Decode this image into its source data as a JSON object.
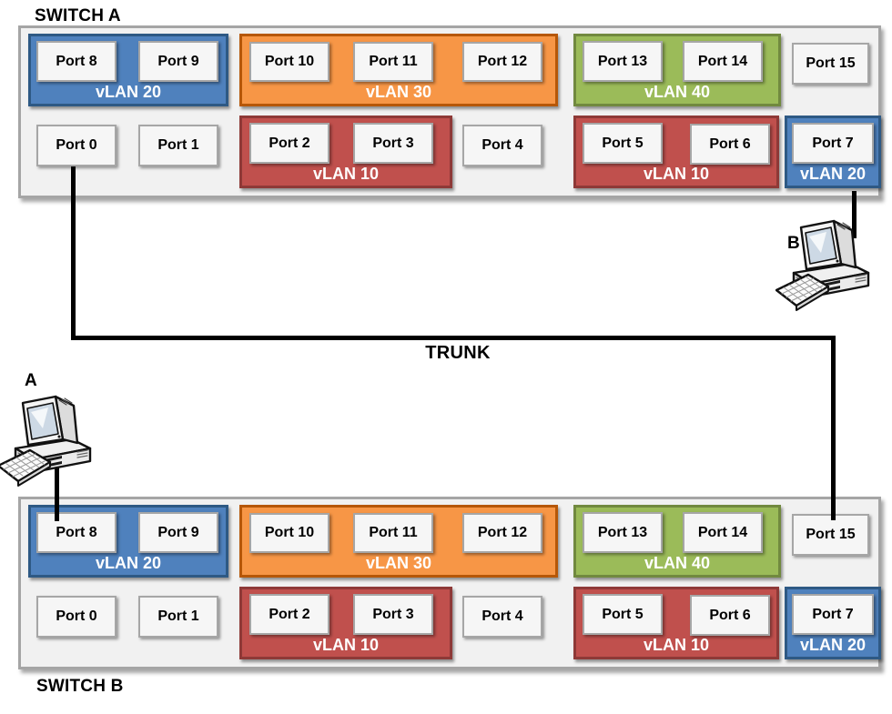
{
  "labels": {
    "trunk": "TRUNK",
    "computer_a": "A",
    "computer_b": "B"
  },
  "colors": {
    "vlan10_fill": "#C0504D",
    "vlan10_border": "#8E3937",
    "vlan20_fill": "#4F81BD",
    "vlan20_border": "#2E5984",
    "vlan30_fill": "#F79646",
    "vlan30_border": "#B65708",
    "vlan40_fill": "#9BBB59",
    "vlan40_border": "#71893F",
    "port_fill": "#F6F6F6",
    "switch_fill": "#F1F1F1",
    "link_line": "#000000"
  },
  "switch_a": {
    "name": "SWITCH A",
    "vlan20_top": {
      "label": "vLAN 20",
      "port8": "Port 8",
      "port9": "Port 9"
    },
    "vlan30": {
      "label": "vLAN 30",
      "port10": "Port 10",
      "port11": "Port 11",
      "port12": "Port 12"
    },
    "vlan40": {
      "label": "vLAN 40",
      "port13": "Port 13",
      "port14": "Port 14"
    },
    "port15": "Port 15",
    "port0": "Port 0",
    "port1": "Port 1",
    "vlan10_left": {
      "label": "vLAN 10",
      "port2": "Port 2",
      "port3": "Port 3"
    },
    "port4": "Port 4",
    "vlan10_right": {
      "label": "vLAN 10",
      "port5": "Port 5",
      "port6": "Port 6"
    },
    "vlan20_right": {
      "label": "vLAN 20",
      "port7": "Port 7"
    }
  },
  "switch_b": {
    "name": "SWITCH B",
    "vlan20_top": {
      "label": "vLAN 20",
      "port8": "Port 8",
      "port9": "Port 9"
    },
    "vlan30": {
      "label": "vLAN 30",
      "port10": "Port 10",
      "port11": "Port 11",
      "port12": "Port 12"
    },
    "vlan40": {
      "label": "vLAN 40",
      "port13": "Port 13",
      "port14": "Port 14"
    },
    "port15": "Port 15",
    "port0": "Port 0",
    "port1": "Port 1",
    "vlan10_left": {
      "label": "vLAN 10",
      "port2": "Port 2",
      "port3": "Port 3"
    },
    "port4": "Port 4",
    "vlan10_right": {
      "label": "vLAN 10",
      "port5": "Port 5",
      "port6": "Port 6"
    },
    "vlan20_right": {
      "label": "vLAN 20",
      "port7": "Port 7"
    }
  }
}
